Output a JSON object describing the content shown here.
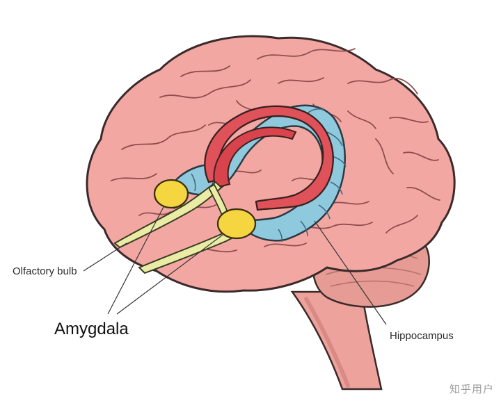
{
  "labels": {
    "olfactory_bulb": "Olfactory bulb",
    "amygdala": "Amygdala",
    "hippocampus": "Hippocampus"
  },
  "watermark": "知乎用户",
  "colors": {
    "brain": "#f3a7a3",
    "brain_outline": "#3a2a2a",
    "brainstem": "#e99890",
    "hippocampus": "#8fc9dd",
    "fornix": "#e0525a",
    "amygdala": "#f6d640",
    "olfactory": "#e8eca4"
  }
}
